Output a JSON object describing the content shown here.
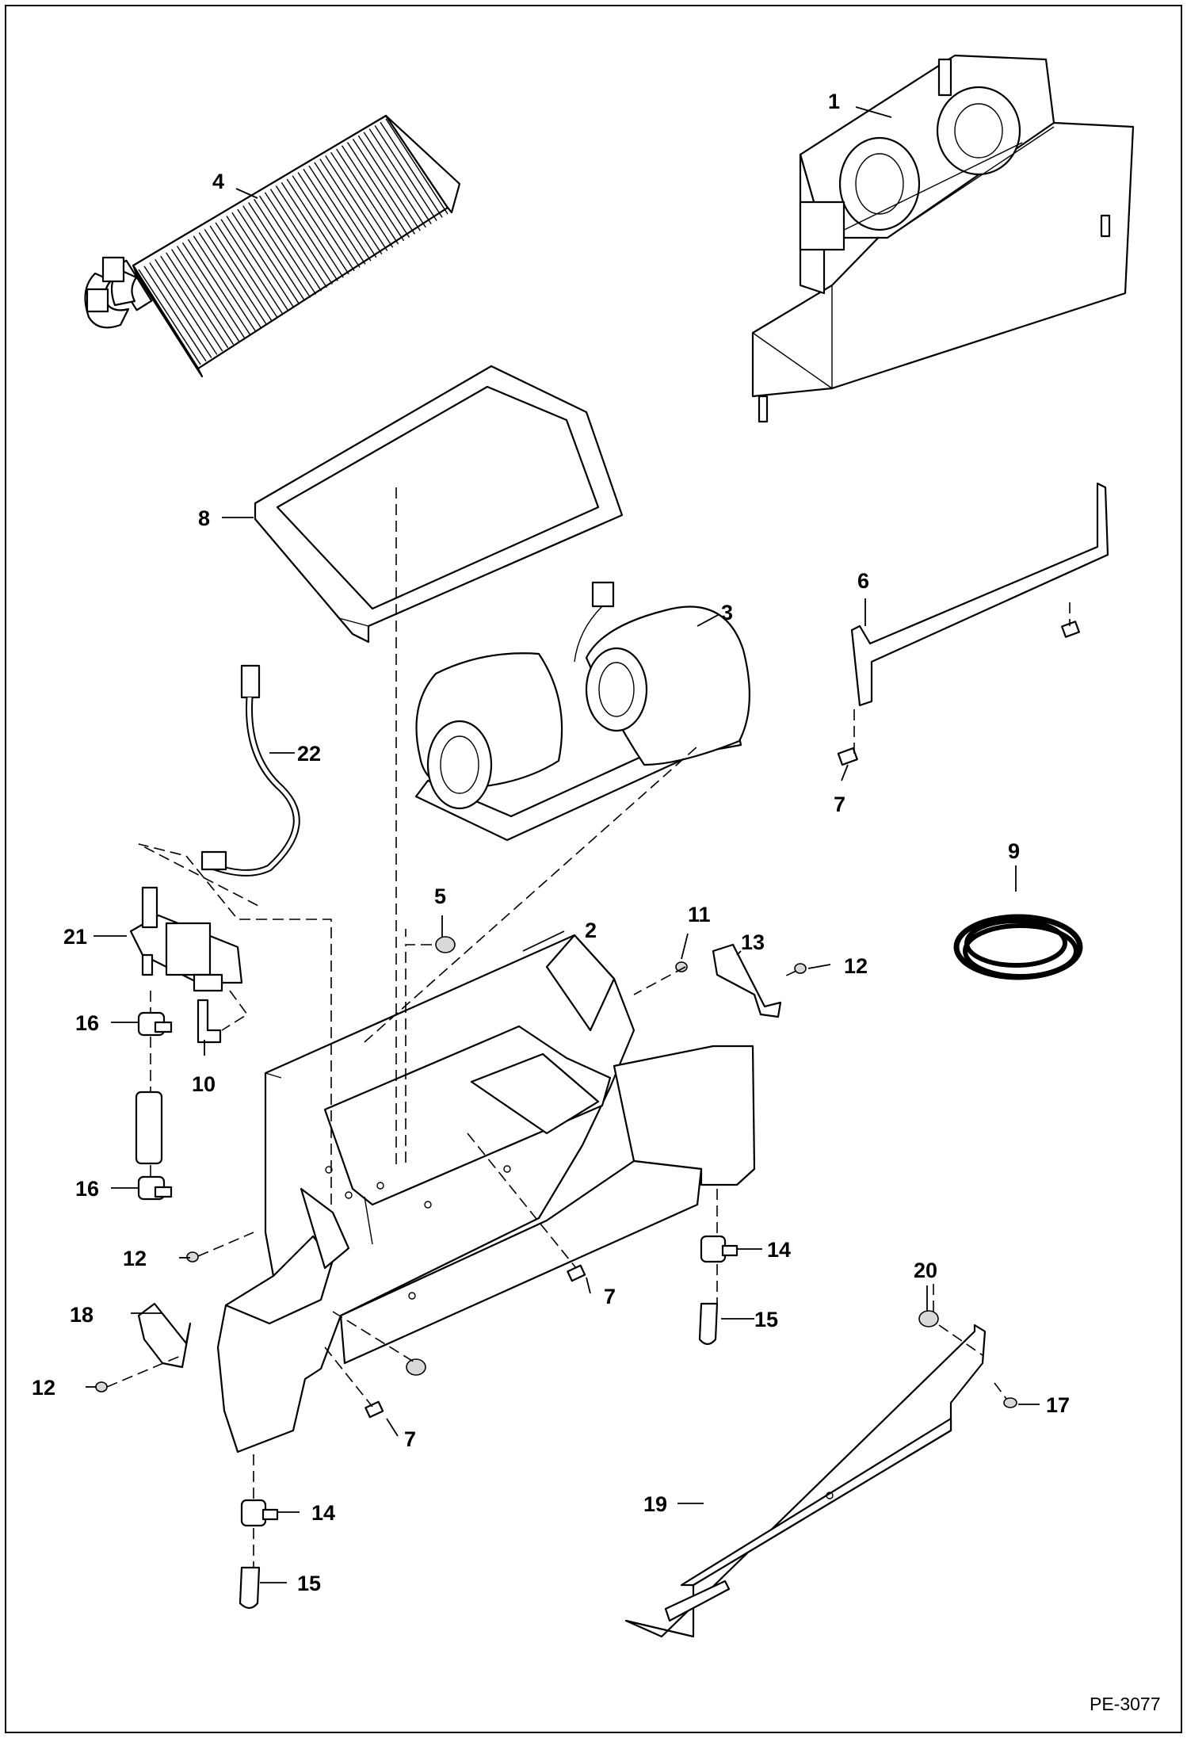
{
  "document_id": "PE-3077",
  "callouts": [
    {
      "id": "1",
      "label": "1"
    },
    {
      "id": "2",
      "label": "2"
    },
    {
      "id": "3",
      "label": "3"
    },
    {
      "id": "4",
      "label": "4"
    },
    {
      "id": "5",
      "label": "5"
    },
    {
      "id": "6",
      "label": "6"
    },
    {
      "id": "7a",
      "label": "7"
    },
    {
      "id": "7b",
      "label": "7"
    },
    {
      "id": "7c",
      "label": "7"
    },
    {
      "id": "8",
      "label": "8"
    },
    {
      "id": "9",
      "label": "9"
    },
    {
      "id": "10",
      "label": "10"
    },
    {
      "id": "11",
      "label": "11"
    },
    {
      "id": "12a",
      "label": "12"
    },
    {
      "id": "12b",
      "label": "12"
    },
    {
      "id": "12c",
      "label": "12"
    },
    {
      "id": "13",
      "label": "13"
    },
    {
      "id": "14a",
      "label": "14"
    },
    {
      "id": "14b",
      "label": "14"
    },
    {
      "id": "15a",
      "label": "15"
    },
    {
      "id": "15b",
      "label": "15"
    },
    {
      "id": "16a",
      "label": "16"
    },
    {
      "id": "16b",
      "label": "16"
    },
    {
      "id": "17",
      "label": "17"
    },
    {
      "id": "18",
      "label": "18"
    },
    {
      "id": "19",
      "label": "19"
    },
    {
      "id": "20",
      "label": "20"
    },
    {
      "id": "21",
      "label": "21"
    },
    {
      "id": "22",
      "label": "22"
    }
  ]
}
